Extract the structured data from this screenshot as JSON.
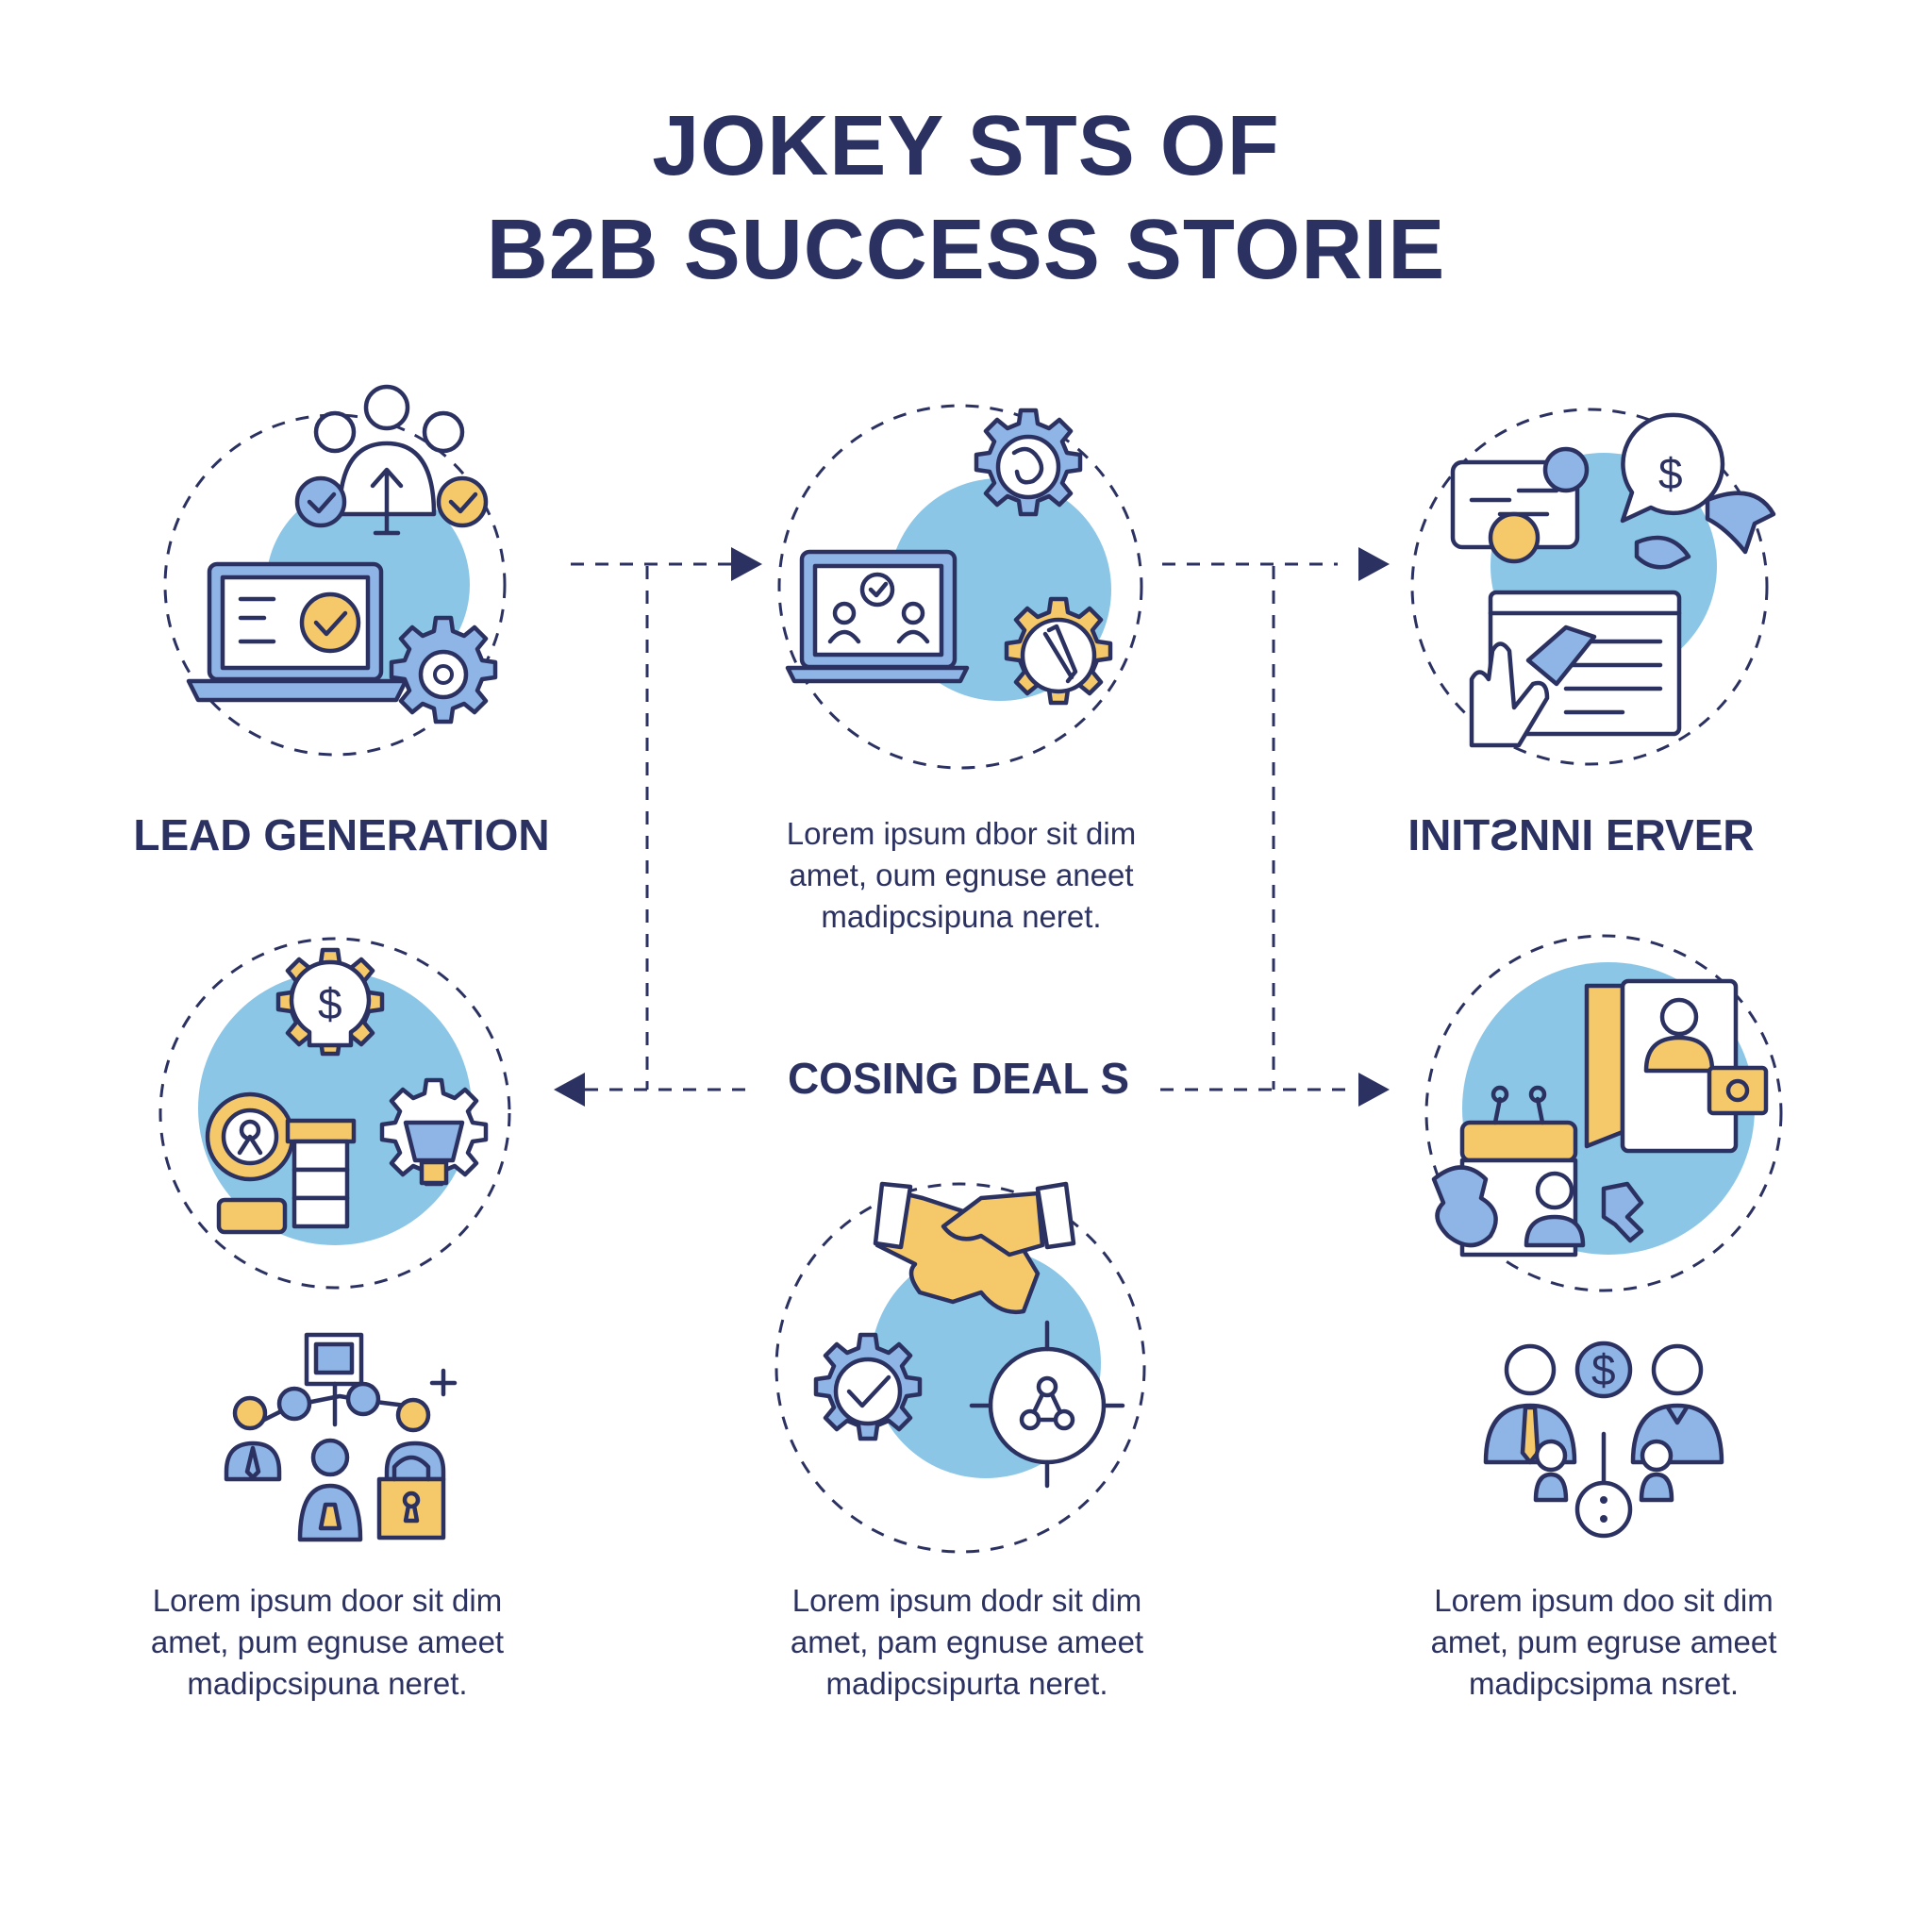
{
  "title": {
    "line1": "JOKEY STS OF",
    "line2": "B2B SUCCESS STORIE"
  },
  "steps": {
    "lead_generation": "LEAD GENERATION",
    "internal_server": "INITƧNNI ERVER",
    "closing_deals": "COSING DEAL S"
  },
  "descriptions": {
    "top_center": [
      "Lorem ipsum dbor sit dim",
      "amet, oum egnuse aneet",
      "madipcsipuna neret."
    ],
    "bottom_left": [
      "Lorem ipsum door sit dim",
      "amet, pum egnuse ameet",
      "madipcsipuna neret."
    ],
    "bottom_center": [
      "Lorem ipsum dodr sit dim",
      "amet, pam egnuse ameet",
      "madipcsipurta neret."
    ],
    "bottom_right": [
      "Lorem ipsum doo sit dim",
      "amet, pum egruse ameet",
      "madipcsipma nsret."
    ]
  },
  "icons": {
    "dollar_symbol": "$"
  },
  "colors": {
    "navy": "#2b3262",
    "light_blue": "#8cc6e7",
    "icon_blue": "#8fb4e6",
    "yellow": "#f5c96a"
  }
}
